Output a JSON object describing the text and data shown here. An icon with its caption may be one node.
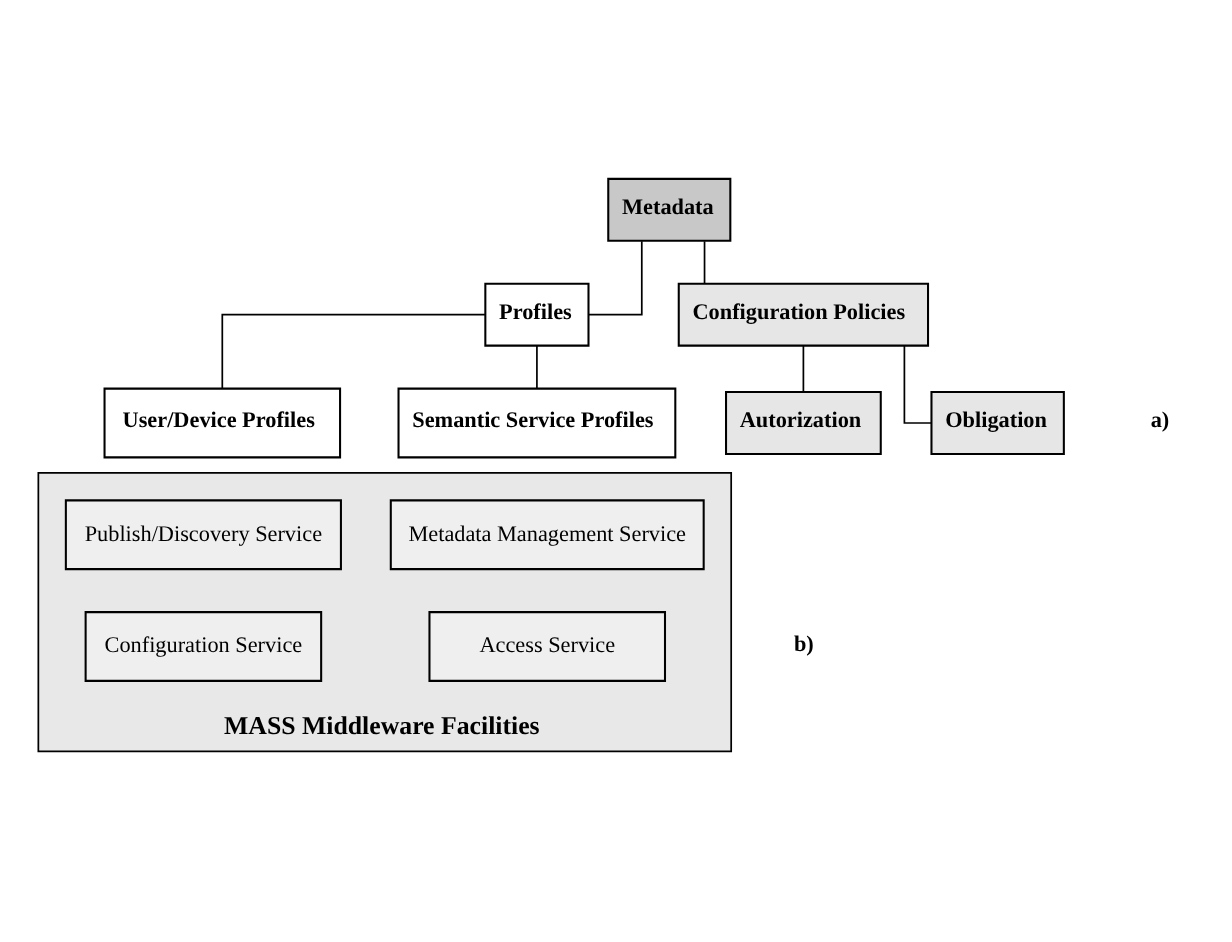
{
  "diagram": {
    "nodes": [
      {
        "text": [
          "Metadata"
        ]
      },
      {
        "text": [
          "Profiles"
        ]
      },
      {
        "text": [
          "Configuration Policies"
        ]
      },
      {
        "text": [
          "User/Device Profiles"
        ]
      },
      {
        "text": [
          "Semantic Service Profiles"
        ]
      },
      {
        "text": [
          "Autorization"
        ]
      },
      {
        "text": [
          "Obligation"
        ]
      },
      {
        "text": [
          "MASS Middleware Facilities"
        ]
      },
      {
        "text": [
          "Publish/Discovery Service"
        ],
        "in": 7
      },
      {
        "text": [
          "Metadata Management Service"
        ],
        "in": 7
      },
      {
        "text": [
          "Configuration Service"
        ],
        "in": 7
      },
      {
        "text": [
          "Access Service"
        ],
        "in": 7
      }
    ],
    "edges": [
      {
        "from": 0,
        "to": 1,
        "arrow": "none"
      },
      {
        "from": 0,
        "to": 2,
        "arrow": "none"
      },
      {
        "from": 1,
        "to": 3,
        "arrow": "none"
      },
      {
        "from": 1,
        "to": 4,
        "arrow": "none"
      },
      {
        "from": 2,
        "to": 5,
        "arrow": "none"
      },
      {
        "from": 2,
        "to": 6,
        "arrow": "none"
      }
    ],
    "labels": [
      "a)",
      "b)"
    ]
  }
}
